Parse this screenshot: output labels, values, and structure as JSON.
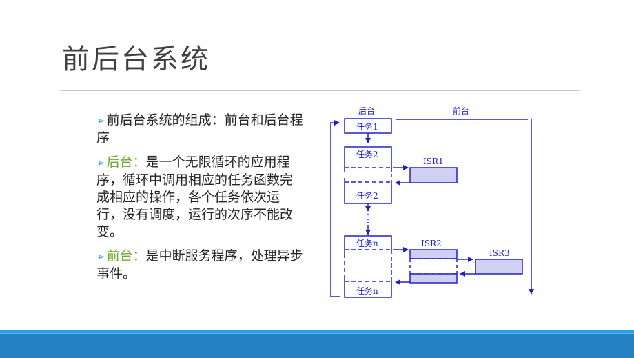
{
  "slide": {
    "title": "前后台系统",
    "colors": {
      "title": "#404040",
      "text": "#262626",
      "accent_green": "#6bab2f",
      "bullet_arrow": "#1fa7de",
      "diagram_line": "#2020cc",
      "isr_fill": "#d0d0f5",
      "footer_strip": "#1fa6e0",
      "footer_bar": "#2681c4"
    }
  },
  "bullets": [
    {
      "icon": "arrow-bullet-icon",
      "marker": "➢",
      "highlight": "",
      "text": "前后台系统的组成：前台和后台程序"
    },
    {
      "icon": "arrow-bullet-icon",
      "marker": "➢",
      "highlight": "后台：",
      "text": "是一个无限循环的应用程序，循环中调用相应的任务函数完成相应的操作，各个任务依次运行，没有调度，运行的次序不能改变。"
    },
    {
      "icon": "arrow-bullet-icon",
      "marker": "➢",
      "highlight": "前台：",
      "text": "是中断服务程序，处理异步事件。"
    }
  ],
  "diagram": {
    "header_background": "后台",
    "header_foreground": "前台",
    "tasks": {
      "task1": "任务1",
      "task2_top": "任务2",
      "task2_bottom": "任务2",
      "taskn_top": "任务n",
      "taskn_bottom": "任务n"
    },
    "isrs": {
      "isr1": "ISR1",
      "isr2": "ISR2",
      "isr3": "ISR3"
    }
  }
}
